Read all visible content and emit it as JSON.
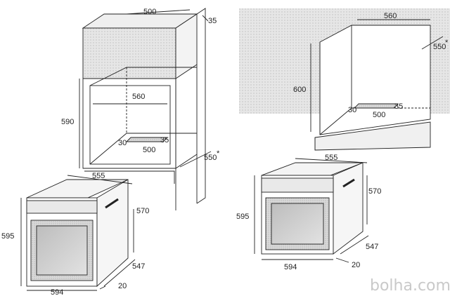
{
  "left_install": {
    "cabinet": {
      "top_width": "500",
      "top_gap": "35",
      "niche_width": "560",
      "niche_height": "590",
      "vent_depth": "30",
      "vent_width": "500",
      "vent_gap": "35",
      "cabinet_depth": "550",
      "depth_mark": "*"
    },
    "oven": {
      "top_width": "555",
      "body_height": "570",
      "front_height": "595",
      "front_width": "594",
      "depth": "547",
      "front_thickness": "20"
    }
  },
  "right_install": {
    "cabinet": {
      "top_width": "560",
      "depth": "550",
      "depth_mark": "*",
      "niche_height": "600",
      "vent_depth": "30",
      "vent_width": "500",
      "vent_gap": "35"
    },
    "oven": {
      "top_width": "555",
      "body_height": "570",
      "front_height": "595",
      "front_width": "594",
      "depth": "547",
      "front_thickness": "20"
    }
  },
  "watermark": "bolha.com",
  "colors": {
    "line": "#222222",
    "wall": "#e3e3e3",
    "shade": "#d6d6d6",
    "window": "#cfcfcf"
  }
}
